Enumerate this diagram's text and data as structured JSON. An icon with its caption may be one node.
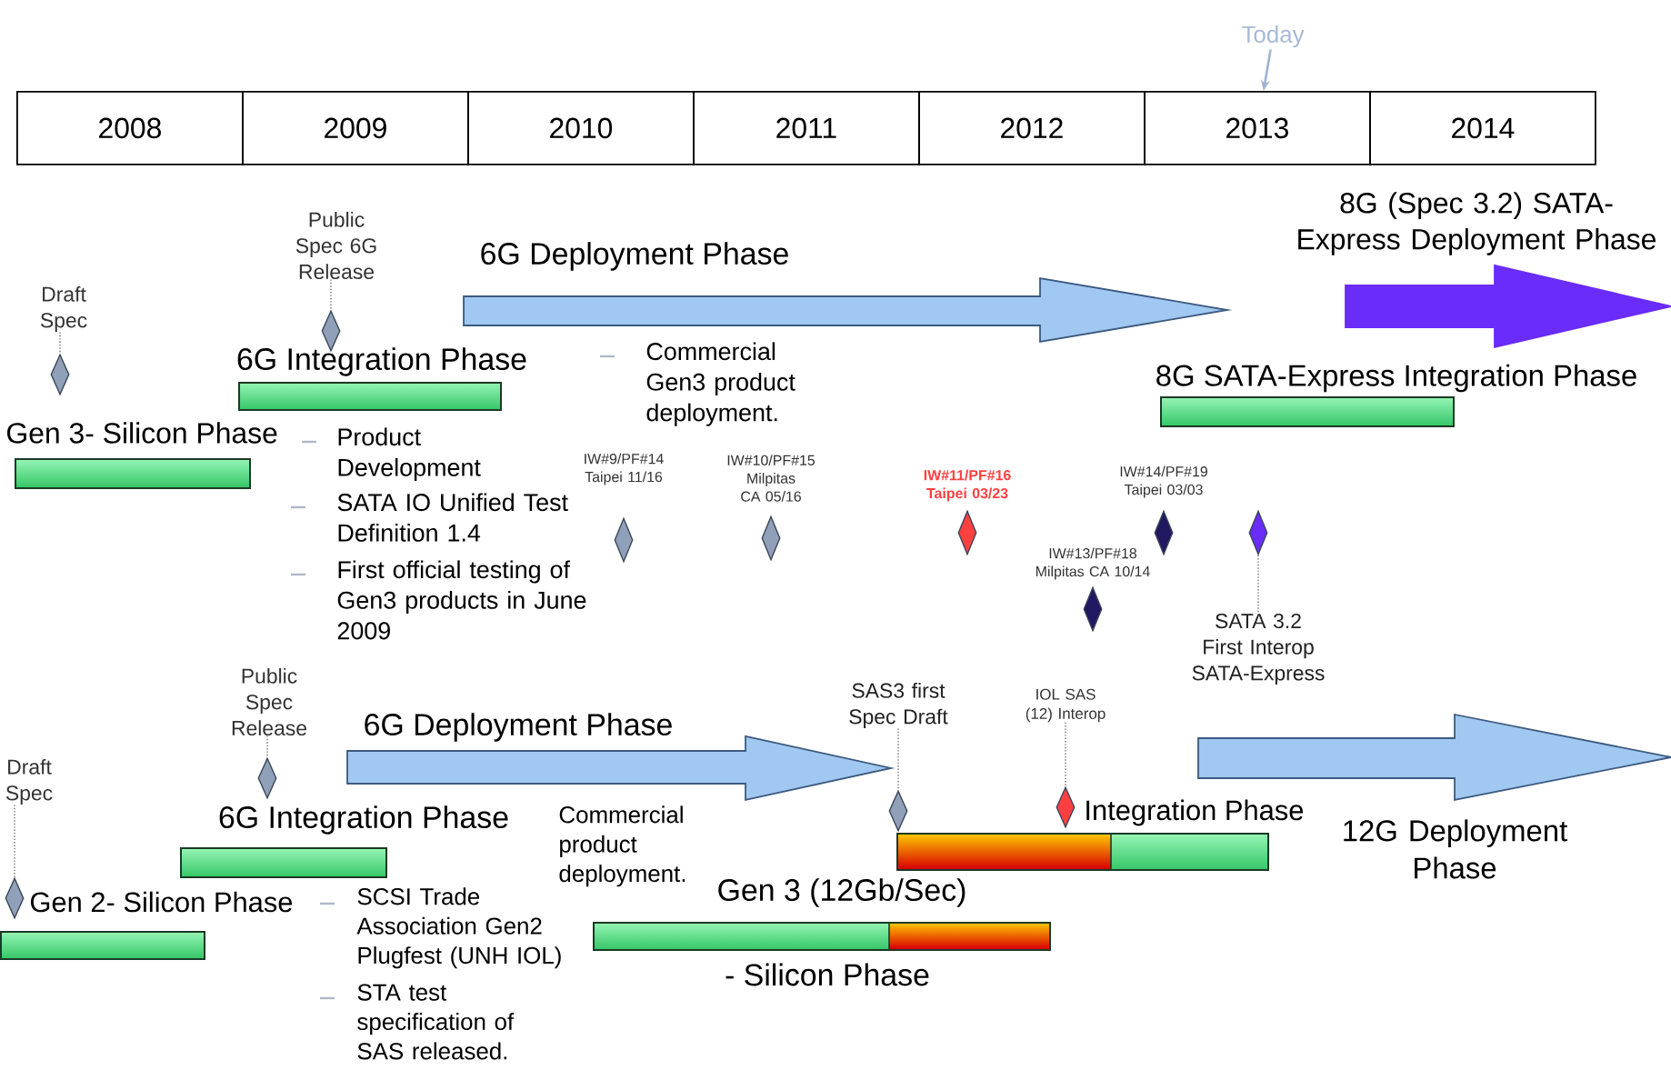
{
  "diagram": {
    "nodes": [
      {
        "text": [
          "2008"
        ]
      },
      {
        "text": [
          "2009"
        ]
      },
      {
        "text": [
          "2010"
        ]
      },
      {
        "text": [
          "2011"
        ]
      },
      {
        "text": [
          "2012"
        ]
      },
      {
        "text": [
          "2013"
        ]
      },
      {
        "text": [
          "2014"
        ]
      },
      {
        "text": [
          "Today"
        ]
      },
      {
        "text": [
          "Gen 3- Silicon Phase"
        ]
      },
      {
        "text": [
          "6G Integration Phase"
        ]
      },
      {
        "text": [
          "6G Deployment Phase"
        ]
      },
      {
        "text": [
          "8G (Spec 3.2) SATA-Express Deployment Phase"
        ]
      },
      {
        "text": [
          "8G SATA-Express Integration Phase"
        ]
      },
      {
        "text": [
          "Draft Spec"
        ]
      },
      {
        "text": [
          "Public Spec 6G Release"
        ]
      },
      {
        "text": [
          "IW#9/PF#14 Taipei 11/16"
        ]
      },
      {
        "text": [
          "IW#10/PF#15 Milpitas CA 05/16"
        ]
      },
      {
        "text": [
          "IW#11/PF#16 Taipei 03/23"
        ]
      },
      {
        "text": [
          "IW#13/PF#18 Milpitas CA 10/14"
        ]
      },
      {
        "text": [
          "IW#14/PF#19 Taipei 03/03"
        ]
      },
      {
        "text": [
          "SATA 3.2 First Interop SATA-Express"
        ]
      },
      {
        "text": [
          "Gen 2- Silicon Phase"
        ]
      },
      {
        "text": [
          "6G Integration Phase"
        ]
      },
      {
        "text": [
          "6G Deployment Phase"
        ]
      },
      {
        "text": [
          "Gen 3 (12Gb/Sec)",
          "- Silicon Phase"
        ]
      },
      {
        "text": [
          "Integration Phase"
        ]
      },
      {
        "text": [
          "12G Deployment Phase"
        ]
      },
      {
        "text": [
          "Draft Spec"
        ]
      },
      {
        "text": [
          "Public Spec Release"
        ]
      },
      {
        "text": [
          "SAS3 first Spec Draft"
        ]
      },
      {
        "text": [
          "IOL SAS (12) Interop"
        ]
      }
    ],
    "edges": [
      {
        "from": 7,
        "to": 5,
        "arrow": "to",
        "color": "#a0b4d4"
      }
    ],
    "labels": [
      "Commercial Gen3 product deployment.",
      "Product Development",
      "SATA IO Unified Test Definition 1.4",
      "First official testing of Gen3 products in June 2009",
      "Commercial product deployment.",
      "SCSI Trade Association Gen2 Plugfest (UNH IOL)",
      "STA test specification of SAS released."
    ]
  }
}
